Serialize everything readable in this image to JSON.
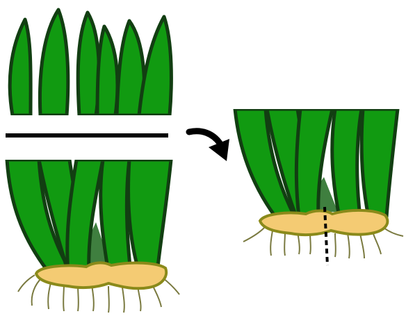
{
  "diagram": {
    "colors": {
      "leaf_fill": "#119a11",
      "leaf_stroke": "#123e12",
      "inner_fill": "#3f7f3f",
      "rhizome_fill": "#f4cb73",
      "rhizome_stroke": "#8a8a1a",
      "root_stroke": "#7a7a40",
      "arrow": "#000000",
      "cut_line": "#000000",
      "background": "#ffffff"
    },
    "panels": [
      {
        "name": "full-plant",
        "cut_indicator": "horizontal-line"
      },
      {
        "name": "divided-plant",
        "cut_indicator": "vertical-dashed-line"
      }
    ],
    "arrow": {
      "direction": "right-down"
    }
  }
}
